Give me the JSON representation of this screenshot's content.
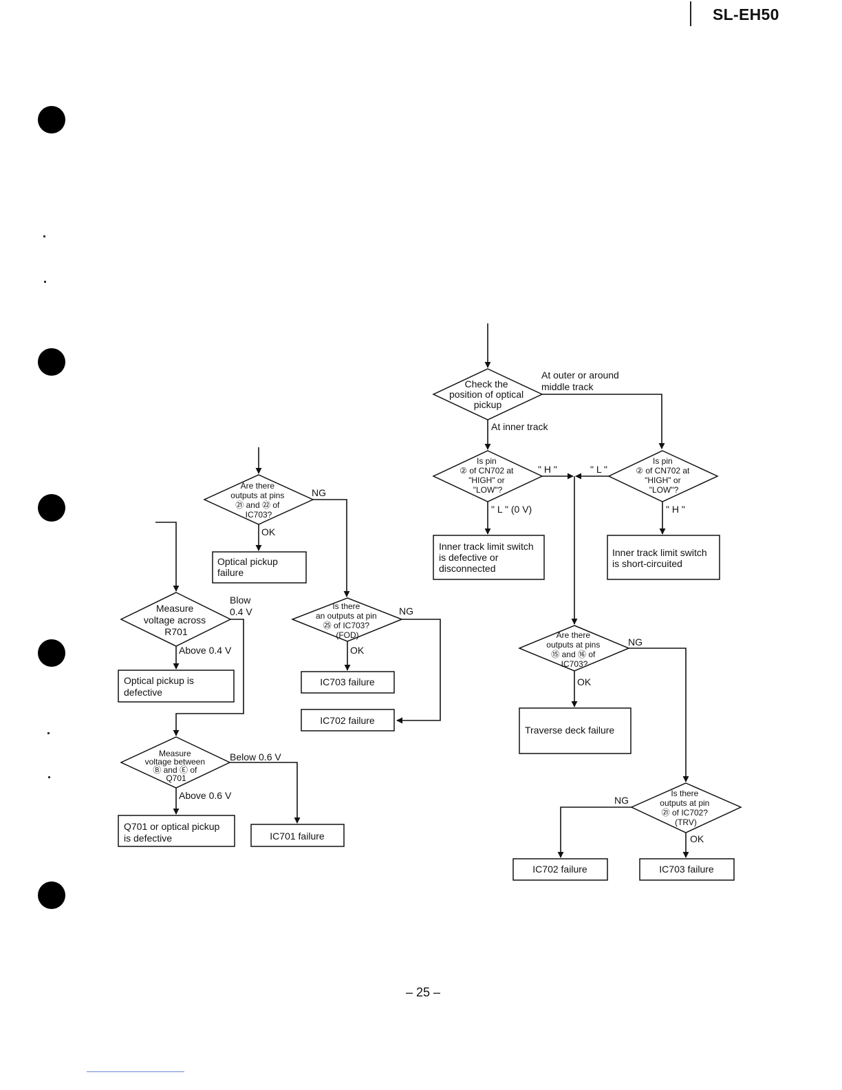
{
  "header": {
    "model": "SL-EH50"
  },
  "page_number": "– 25 –",
  "nodes": {
    "check_pickup": {
      "lines": [
        "Check the",
        "position of optical",
        "pickup"
      ]
    },
    "pin2_left": {
      "lines": [
        "Is pin",
        "② of CN702 at",
        "\"HIGH\" or",
        "\"LOW\"?"
      ]
    },
    "pin2_right": {
      "lines": [
        "Is pin",
        "② of CN702 at",
        "\"HIGH\" or",
        "\"LOW\"?"
      ]
    },
    "inner_defective": {
      "lines": [
        "Inner track limit switch",
        "is defective or",
        "disconnected"
      ]
    },
    "inner_short": {
      "lines": [
        "Inner track limit switch",
        "is short-circuited"
      ]
    },
    "outputs_15_16": {
      "lines": [
        "Are there",
        "outputs at pins",
        "⑮ and ⑯ of",
        "IC703?"
      ]
    },
    "traverse_failure": {
      "lines": [
        "Traverse deck failure"
      ]
    },
    "outputs_21_ic702": {
      "lines": [
        "Is there",
        "outputs at pin",
        "㉑ of IC702?",
        "(TRV)"
      ]
    },
    "ic702_fail_right": {
      "lines": [
        "IC702 failure"
      ]
    },
    "ic703_fail_right": {
      "lines": [
        "IC703 failure"
      ]
    },
    "outputs_21_22": {
      "lines": [
        "Are there",
        "outputs at pins",
        "㉑ and ㉒ of",
        "IC703?"
      ]
    },
    "optical_failure": {
      "lines": [
        "Optical pickup",
        "failure"
      ]
    },
    "output_pin25": {
      "lines": [
        "Is there",
        "an outputs at pin",
        "㉕ of IC703?",
        "(FOD)"
      ]
    },
    "ic703_fail_mid": {
      "lines": [
        "IC703 failure"
      ]
    },
    "ic702_fail_mid": {
      "lines": [
        "IC702 failure"
      ]
    },
    "measure_r701": {
      "lines": [
        "Measure",
        "voltage across",
        "R701"
      ]
    },
    "pickup_defective": {
      "lines": [
        "Optical pickup is",
        "defective"
      ]
    },
    "measure_q701": {
      "lines": [
        "Measure",
        "voltage between",
        "Ⓑ and Ⓔ of",
        "Q701"
      ]
    },
    "q701_defective": {
      "lines": [
        "Q701 or optical pickup",
        "is defective"
      ]
    },
    "ic701_failure": {
      "lines": [
        "IC701 failure"
      ]
    }
  },
  "edge_labels": {
    "outer_track": [
      "At outer or around",
      "middle track"
    ],
    "inner_track": "At inner track",
    "h_left": "\" H \"",
    "l_right": "\" L \"",
    "l_0v": "\" L \" (0 V)",
    "h_right": "\" H \"",
    "ng_15_16": "NG",
    "ok_15_16": "OK",
    "ng_trv": "NG",
    "ok_trv": "OK",
    "ng_21_22": "NG",
    "ok_21_22": "OK",
    "ng_pin25": "NG",
    "ok_pin25": "OK",
    "below_04": [
      "Blow",
      "0.4 V"
    ],
    "above_04": "Above 0.4 V",
    "below_06": "Below 0.6 V",
    "above_06": "Above 0.6 V"
  }
}
